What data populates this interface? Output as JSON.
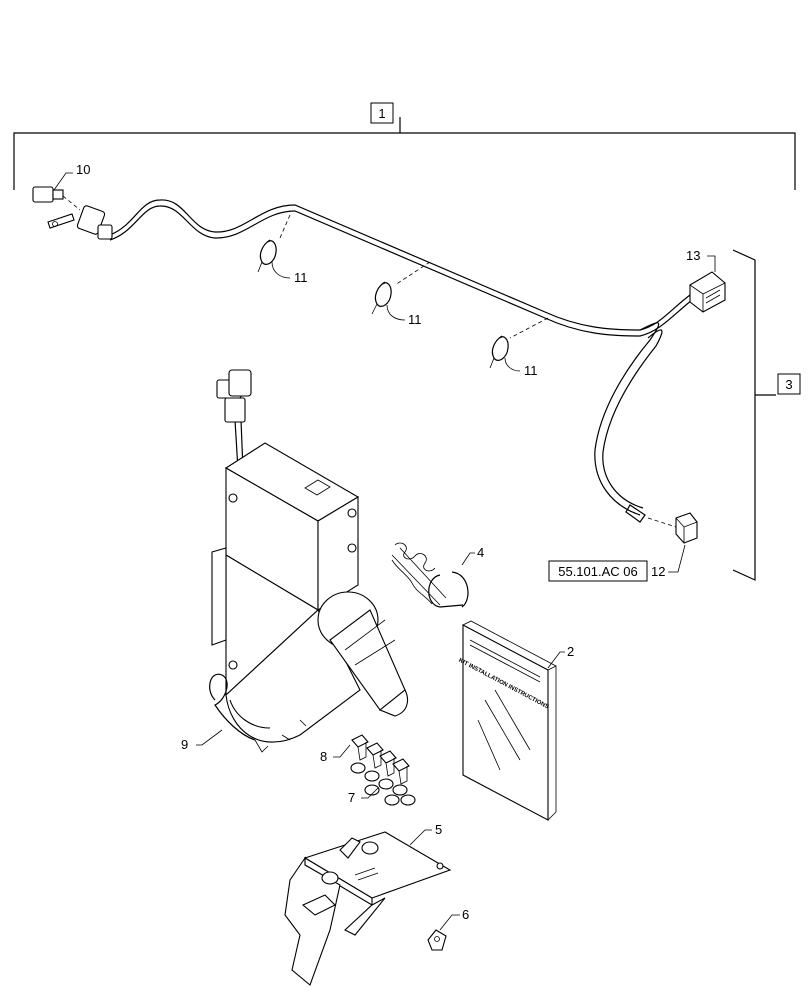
{
  "callouts": {
    "c1": "1",
    "c2": "2",
    "c3": "3",
    "c4": "4",
    "c5": "5",
    "c6": "6",
    "c7": "7",
    "c8": "8",
    "c9": "9",
    "c10": "10",
    "c11a": "11",
    "c11b": "11",
    "c11c": "11",
    "c12": "12",
    "c13": "13"
  },
  "reference": "55.101.AC 06",
  "manual_cover_text": "KIT INSTALLATION INSTRUCTIONS"
}
